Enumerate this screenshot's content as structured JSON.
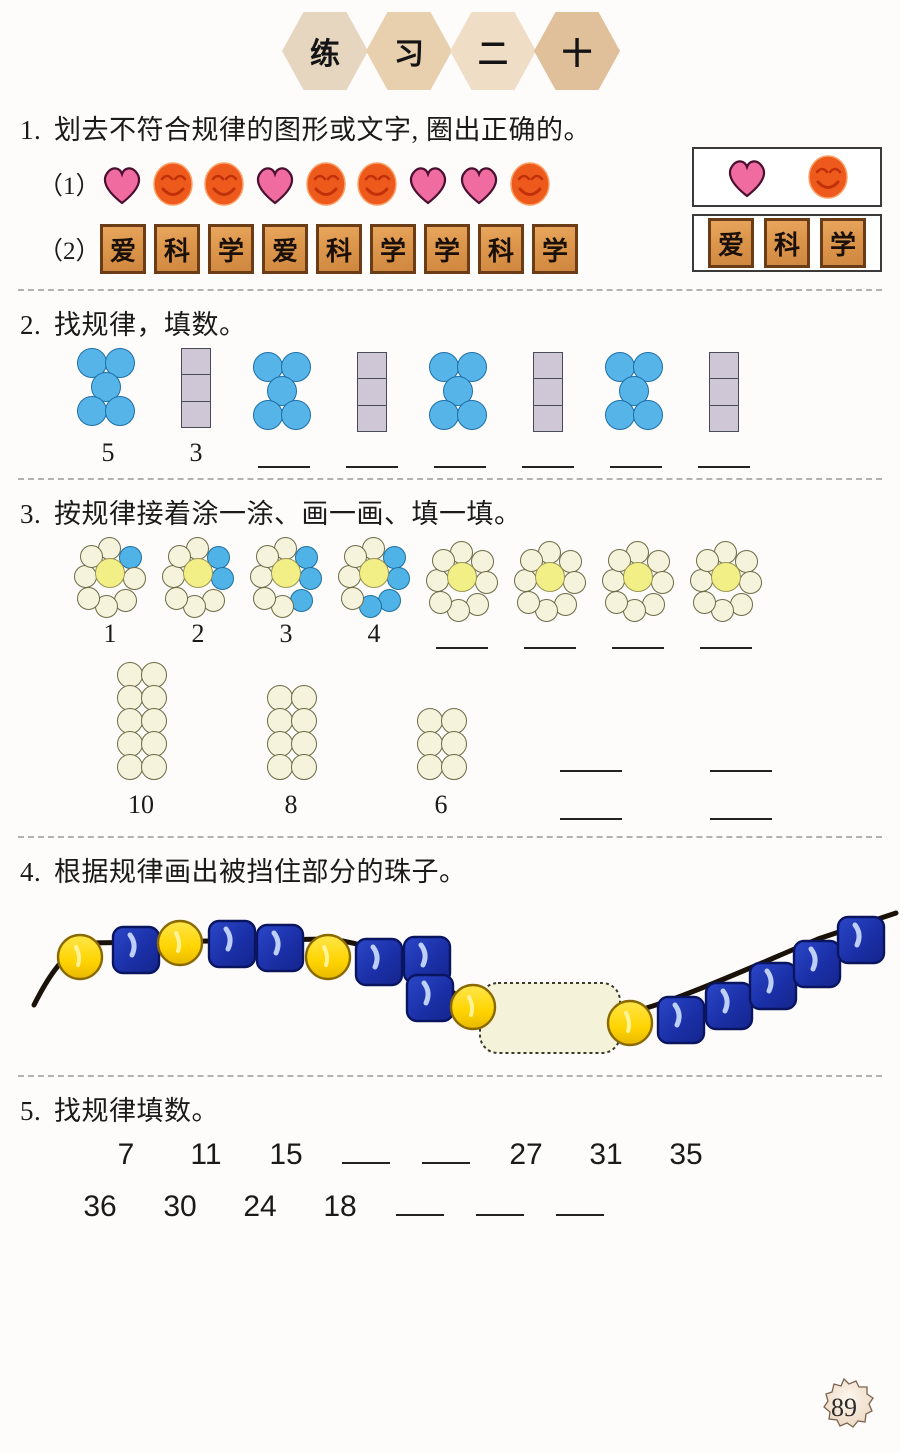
{
  "header": {
    "hexes": [
      "练",
      "习",
      "二",
      "十"
    ]
  },
  "exercises": [
    {
      "num": "1.",
      "prompt": "划去不符合规律的图形或文字, 圈出正确的。",
      "sub1_label": "（1）",
      "sub1_sequence": [
        "heart",
        "smiley",
        "smiley",
        "heart",
        "smiley",
        "smiley",
        "heart",
        "heart",
        "smiley"
      ],
      "sub1_answer": [
        "heart",
        "smiley"
      ],
      "sub2_label": "（2）",
      "sub2_sequence": [
        "爱",
        "科",
        "学",
        "爱",
        "科",
        "学",
        "学",
        "科",
        "学"
      ],
      "sub2_answer": [
        "爱",
        "科",
        "学"
      ]
    },
    {
      "num": "2.",
      "prompt": "找规律，填数。",
      "figures": [
        "circles5",
        "bar3",
        "circles5",
        "bar3",
        "circles5",
        "bar3",
        "circles5",
        "bar3"
      ],
      "labels": [
        "5",
        "3",
        "",
        "",
        "",
        "",
        "",
        ""
      ]
    },
    {
      "num": "3.",
      "prompt": "按规律接着涂一涂、画一画、填一填。",
      "flowers_blue_petals": [
        1,
        2,
        3,
        4,
        0,
        0,
        0,
        0
      ],
      "flower_labels": [
        "1",
        "2",
        "3",
        "4",
        "",
        "",
        "",
        ""
      ],
      "stack_counts": [
        10,
        8,
        6
      ],
      "stack_labels": [
        "10",
        "8",
        "6"
      ],
      "stack_blank_count": 2
    },
    {
      "num": "4.",
      "prompt": "根据规律画出被挡住部分的珠子。",
      "bead_sequence_visible": [
        "yellow",
        "blue",
        "yellow",
        "blue",
        "blue",
        "yellow",
        "blue",
        "blue",
        "blue",
        "yellow",
        "hidden",
        "yellow",
        "blue",
        "blue",
        "blue",
        "blue",
        "blue"
      ]
    },
    {
      "num": "5.",
      "prompt": "找规律填数。",
      "sequence1": [
        "7",
        "11",
        "15",
        "",
        "",
        "27",
        "31",
        "35"
      ],
      "sequence2": [
        "36",
        "30",
        "24",
        "18",
        "",
        "",
        ""
      ]
    }
  ],
  "page_number": "89",
  "colors": {
    "heart": "#f06ba0",
    "smiley": "#ee5a1b",
    "tile": "#d99248",
    "circle_blue": "#56b4e8",
    "bar_purple": "#cfc7d6",
    "flower_center": "#f2ef86",
    "petal": "#f6f3dd",
    "petal_blue": "#4fb3e8",
    "bead_yellow": "#ffd800",
    "bead_blue": "#1c36b0",
    "hidden_box": "#f4f2d8",
    "separator": "#9a9a9a"
  }
}
